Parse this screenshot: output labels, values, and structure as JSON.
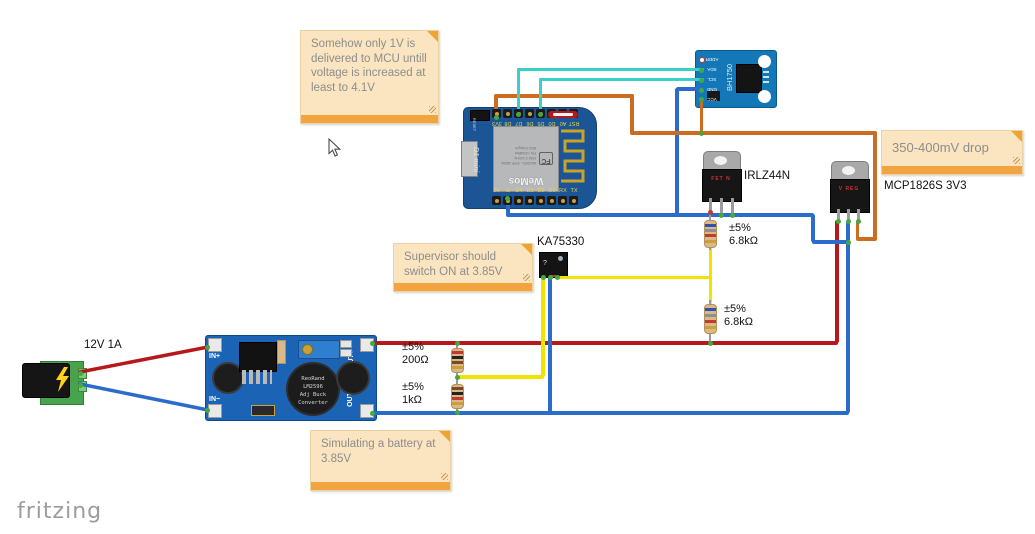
{
  "colors": {
    "wire_red": "#b5191b",
    "wire_blue": "#2a6bcc",
    "wire_yellow": "#efe400",
    "wire_orange": "#ca6c21",
    "wire_teal": "#3bcfc9",
    "junction_green": "#44a83f",
    "note_bg": "#fbe5c0",
    "note_bar": "#f2a440",
    "note_text": "#8d8d8d",
    "buck_blue": "#1b64b5",
    "wemos_blue": "#1b5596",
    "bh_blue": "#1478b8"
  },
  "watermark": "fritzing",
  "notes": {
    "mcu": "Somehow only 1V is delivered to MCU untill voltage is increased at least to 4.1V",
    "drop": "350-400mV drop",
    "supervisor": "Supervisor should switch ON at 3.85V",
    "battery": "Simulating a battery at 3.85V"
  },
  "labels": {
    "power": "12V 1A",
    "fet": "IRLZ44N",
    "regulator": "MCP1826S 3V3",
    "supervisor_ic": "KA75330"
  },
  "markings": {
    "fet": "FET N",
    "regulator": "V REG",
    "supervisor_q": "?"
  },
  "resistors": {
    "r_gate": {
      "tolerance": "±5%",
      "value": "6.8kΩ"
    },
    "r_pull": {
      "tolerance": "±5%",
      "value": "6.8kΩ"
    },
    "r_div_top": {
      "tolerance": "±5%",
      "value": "200Ω"
    },
    "r_div_bottom": {
      "tolerance": "±5%",
      "value": "1kΩ"
    }
  },
  "wemos": {
    "top_pins": [
      "3V3",
      "D8",
      "D7",
      "D6",
      "D5",
      "D0",
      "A0",
      "RST"
    ],
    "bottom_pins": [
      "5V",
      "G",
      "D4",
      "D3",
      "D2",
      "D1",
      "RX",
      "TX"
    ],
    "shield_logo": "WeMos",
    "shield_lines": [
      "MODEL: ESP-8266",
      "ISM 2.4GHz",
      "PA +25dBm",
      "802.11b/g/n"
    ],
    "fcc": "FC",
    "side_label": "D1 mini",
    "reset": "RESET"
  },
  "bh1750": {
    "chip": "BH1750",
    "pins": [
      "ADDR",
      "SDA",
      "SCL",
      "GND",
      "VCC"
    ]
  },
  "buck": {
    "in_plus": "IN+",
    "in_minus": "IN−",
    "out_plus": "OUT+",
    "out_minus": "OUT −",
    "converter_text": [
      "ReoRand",
      "LM2596",
      "Adj Buck",
      "Converter"
    ]
  }
}
